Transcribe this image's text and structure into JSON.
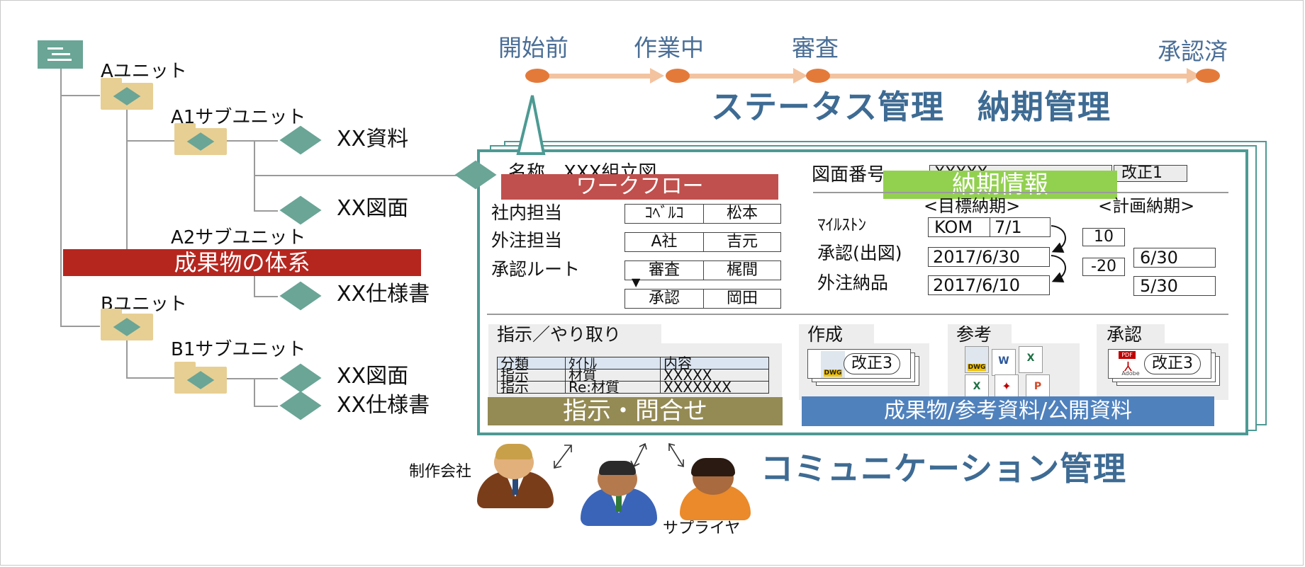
{
  "tree": {
    "unit_a": "Aユニット",
    "subunit_a1": "A1サブユニット",
    "doc_a1_1": "XX資料",
    "doc_a1_2": "XX図面",
    "subunit_a2": "A2サブユニット",
    "doc_a2_1": "XX仕様書",
    "banner": "成果物の体系",
    "unit_b": "Bユニット",
    "subunit_b1": "B1サブユニット",
    "doc_b1_1": "XX図面",
    "doc_b1_2": "XX仕様書"
  },
  "status": {
    "stages": [
      "開始前",
      "作業中",
      "審査",
      "承認済"
    ],
    "title": "ステータス管理　納期管理"
  },
  "panel": {
    "name_row": "名称　XXX組立図",
    "drawing_no_label": "図面番号",
    "drawing_no_value": "XXXXX",
    "revision": "改正1",
    "workflow_banner": "ワークフロー",
    "delivery_banner": "納期情報",
    "roles": [
      {
        "label": "社内担当",
        "org": "ｺﾍﾞﾙｺ",
        "person": "松本"
      },
      {
        "label": "外注担当",
        "org": "A社",
        "person": "吉元"
      },
      {
        "label": "承認ルート",
        "org": "審査",
        "person": "梶間"
      },
      {
        "label": "",
        "org": "承認",
        "person": "岡田"
      }
    ],
    "target_header": "<目標納期>",
    "plan_header": "<計画納期>",
    "milestones": [
      {
        "label": "ﾏｲﾙｽﾄﾝ",
        "target": "KOM",
        "target2": "7/1",
        "diff": "10",
        "plan": ""
      },
      {
        "label": "承認(出図)",
        "target": "2017/6/30",
        "target2": "",
        "diff": "-20",
        "plan": "6/30"
      },
      {
        "label": "外注納品",
        "target": "2017/6/10",
        "target2": "",
        "diff": "",
        "plan": "5/30"
      }
    ],
    "instructions_title": "指示／やり取り",
    "table_headers": [
      "分類",
      "ﾀｲﾄﾙ",
      "内容"
    ],
    "table_rows": [
      [
        "指示",
        "材質",
        "XXXXX"
      ],
      [
        "指示",
        "Re:材質",
        "XXXXXXX"
      ]
    ],
    "create_label": "作成",
    "reference_label": "参考",
    "approval_label": "承認",
    "rev3_create": "改正3",
    "rev3_approval": "改正3",
    "icon_dwg": "DWG",
    "icon_pdf": "PDF",
    "icon_adobe": "Adobe",
    "instructions_banner": "指示・問合せ",
    "deliverables_banner": "成果物/参考資料/公開資料"
  },
  "communication": {
    "title": "コミュニケーション管理",
    "producer": "制作会社",
    "supplier": "サプライヤ"
  },
  "colors": {
    "teal": "#4d9a93",
    "diamond": "#6aa596",
    "folder": "#e7cf93",
    "status_dot": "#e47a3a",
    "status_bar": "#f3c39f",
    "title_blue": "#3e6b93",
    "banner_red": "#b5261f",
    "workflow_red": "#c0504d",
    "delivery_green": "#92d050",
    "instructions_olive": "#948a54",
    "deliverables_blue": "#4f81bd"
  }
}
